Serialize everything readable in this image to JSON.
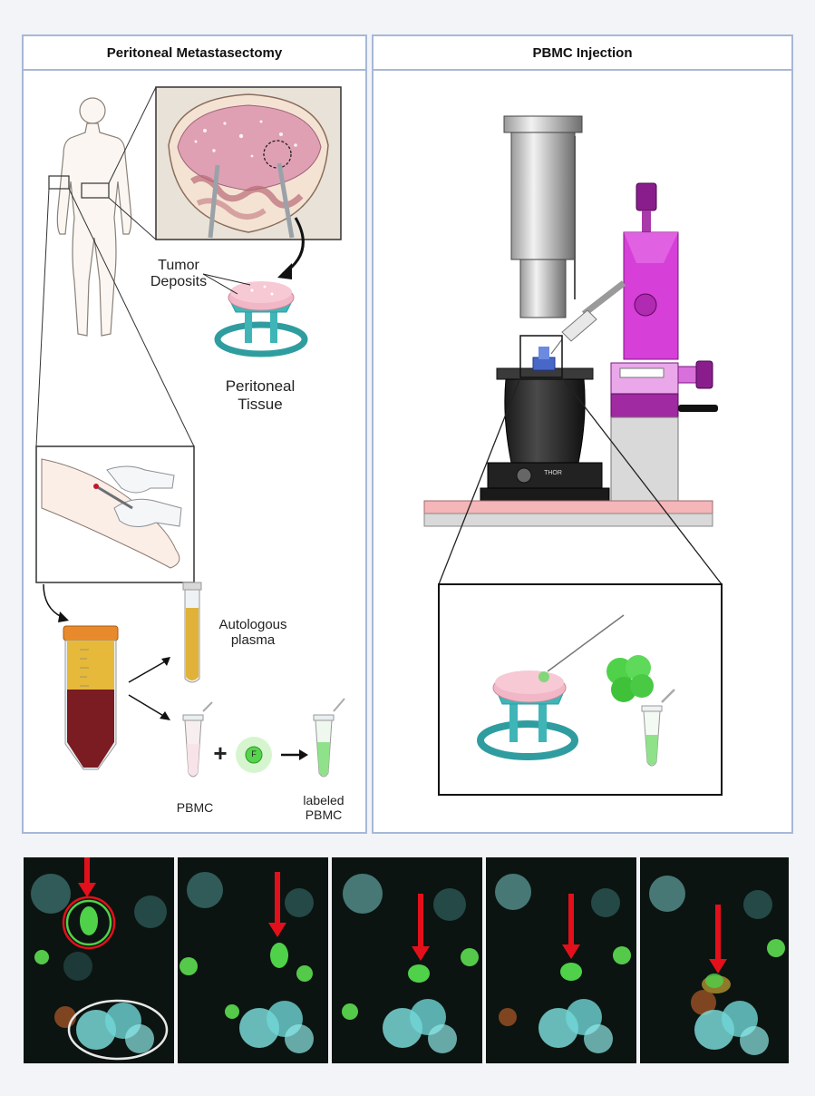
{
  "panels": {
    "left": {
      "title": "Peritoneal Metastasectomy"
    },
    "right": {
      "title": "PBMC Injection"
    }
  },
  "labels": {
    "tumor_deposits": "Tumor\nDeposits",
    "peritoneal_tissue": "Peritoneal\nTissue",
    "autologous_plasma": "Autologous\nplasma",
    "pbmc": "PBMC",
    "labeled_pbmc": "labeled\nPBMC",
    "fluor_tag": "F",
    "plus": "+",
    "stage_brand": "THOR"
  },
  "colors": {
    "panel_border": "#a7b8d6",
    "tissue_pink": "#f2b7c6",
    "holder_teal": "#3fb5b8",
    "micromanipulator_magenta": "#d63fd8",
    "arrow_red": "#e3101b",
    "green_cells": "#4fd14a",
    "cyan_cells": "#6fe0e0"
  },
  "microscopy": {
    "frame_count": 5
  }
}
